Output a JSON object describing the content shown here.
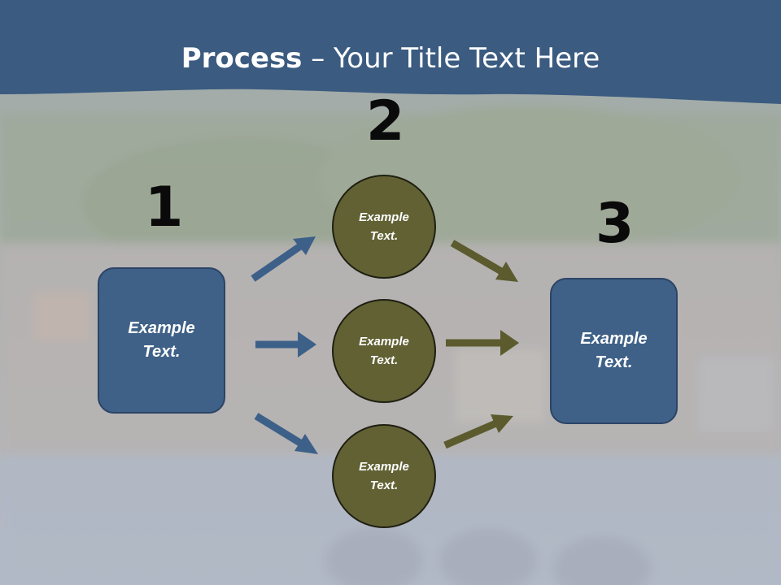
{
  "slide": {
    "title_bold": "Process",
    "title_rest": " – Your Title Text Here"
  },
  "steps": [
    {
      "number": "1",
      "label": "Example Text."
    },
    {
      "number": "2",
      "label": "Example Text."
    },
    {
      "number": "3",
      "label": "Example Text."
    }
  ],
  "circles": [
    {
      "label": "Example Text."
    },
    {
      "label": "Example Text."
    },
    {
      "label": "Example Text."
    }
  ],
  "colors": {
    "header": "#3b5b80",
    "box": "#3f6187",
    "circle": "#616134",
    "blue_arrow": "#3d6089",
    "olive_arrow": "#5b5b2e"
  }
}
